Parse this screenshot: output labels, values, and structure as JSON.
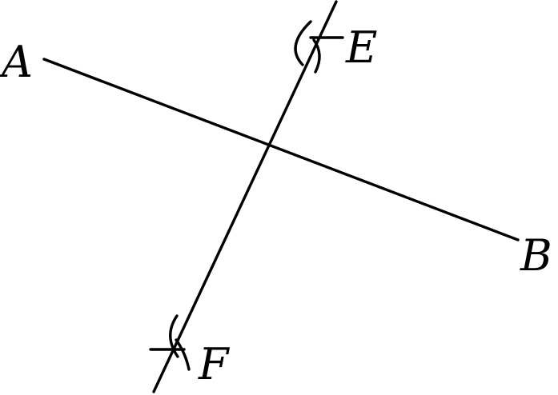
{
  "diagram": {
    "points": {
      "A": "A",
      "B": "B",
      "E": "E",
      "F": "F"
    },
    "colors": {
      "ink": "#000000",
      "background": "#ffffff"
    }
  }
}
